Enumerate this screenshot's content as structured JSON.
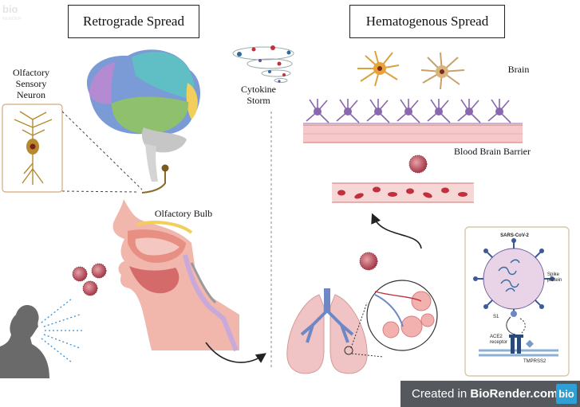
{
  "watermark": {
    "logo": "bio",
    "sub": "RENDER"
  },
  "headers": {
    "retrograde": "Retrograde Spread",
    "hematogenous": "Hematogenous Spread"
  },
  "labels": {
    "olfactory_neuron": [
      "Olfactory",
      "Sensory",
      "Neuron"
    ],
    "olfactory_bulb": "Olfactory Bulb",
    "cytokine_storm": [
      "Cytokine",
      "Storm"
    ],
    "brain": "Brain",
    "bbb": "Blood Brain Barrier"
  },
  "inset": {
    "title": "SARS-CoV-2",
    "spike": [
      "Spike",
      "protein"
    ],
    "s1": "S1",
    "ace2": [
      "ACE2",
      "receptor"
    ],
    "tmprss2": "TMPRSS2"
  },
  "footer": {
    "prefix": "Created in ",
    "brand": "BioRender.com",
    "logo": "bio"
  },
  "colors": {
    "brain_blue": "#7b9bd6",
    "brain_green": "#8fc06e",
    "brain_purple": "#b48bd2",
    "brain_teal": "#5fbfc5",
    "brain_yellow": "#f2cf5c",
    "neuron": "#b58a2f",
    "virus": "#a33a48",
    "vessel": "#f5c9c9",
    "rbc": "#c0303d",
    "lung": "#f0c4c4",
    "bronchi": "#6d88c4",
    "endothelial": "#8a68b0",
    "footer_bg": "#55595e",
    "footer_logo": "#2ea0d6"
  }
}
